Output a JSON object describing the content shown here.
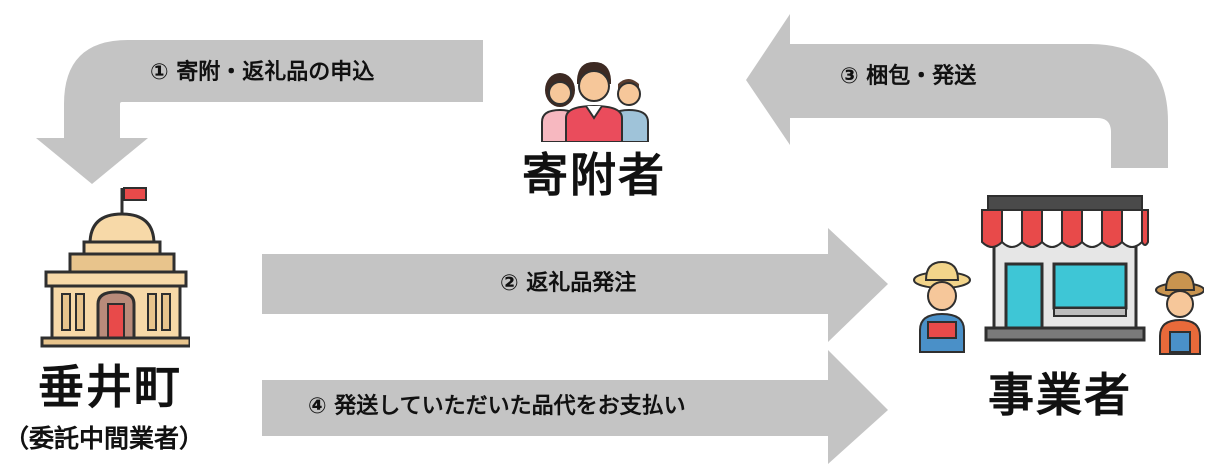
{
  "arrows": {
    "apply_label": "① 寄附・返礼品の申込",
    "pack_label": "③ 梱包・発送",
    "order_label": "② 返礼品発注",
    "pay_label": "④ 発送していただいた品代をお支払い"
  },
  "nodes": {
    "donor": {
      "title": "寄附者",
      "icon": "people-icon"
    },
    "town": {
      "title": "垂井町",
      "subtitle": "（委託中間業者）",
      "icon": "town-hall-icon"
    },
    "business": {
      "title": "事業者",
      "icon": "shop-icon"
    }
  },
  "colors": {
    "arrow": "#c4c4c4",
    "awning_red": "#e84a4a",
    "building_beige": "#f7d9a8",
    "dark_outline": "#2f2f2f"
  }
}
